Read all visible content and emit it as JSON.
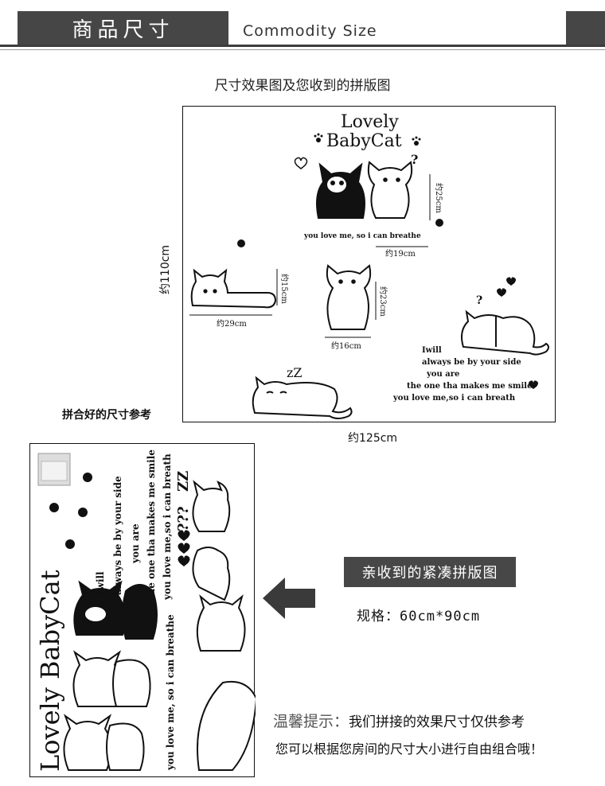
{
  "header": {
    "title": "商品尺寸",
    "subtitle": "Commodity Size"
  },
  "caption_top": "尺寸效果图及您收到的拼版图",
  "assembled": {
    "logo_line1": "Lovely",
    "logo_line2": "BabyCat",
    "phrase_small": "you love me, so i can breathe",
    "poem": [
      "Iwill",
      "always be by your side",
      "you are",
      "the one tha makes me smile",
      "you love me,so i can breath"
    ],
    "zzz": "zZ",
    "question": "?",
    "dim_25": "约25cm",
    "dim_19": "约19cm",
    "dim_15": "约15cm",
    "dim_29": "约29cm",
    "dim_23": "约23cm",
    "dim_16": "约16cm",
    "height_label": "约110cm",
    "width_label": "约125cm",
    "reference_label": "拼合好的尺寸参考"
  },
  "sheet": {
    "logo": "Lovely BabyCat",
    "poem": [
      "Iwill",
      "always be by your side",
      "you are",
      "the one tha makes me smile",
      "you love me,so i can breath",
      "you love me, so i can breathe"
    ],
    "zzz": "ZZ",
    "questions": "???"
  },
  "packed_label": "亲收到的紧凑拼版图",
  "spec": "规格：60cm*90cm",
  "tip": {
    "lead": "温馨提示：",
    "line1": "我们拼接的效果尺寸仅供参考",
    "line2": "您可以根据您房间的尺寸大小进行自由组合哦！"
  },
  "colors": {
    "header_bg": "#464646",
    "label_bg": "#474747",
    "ink": "#111111"
  }
}
